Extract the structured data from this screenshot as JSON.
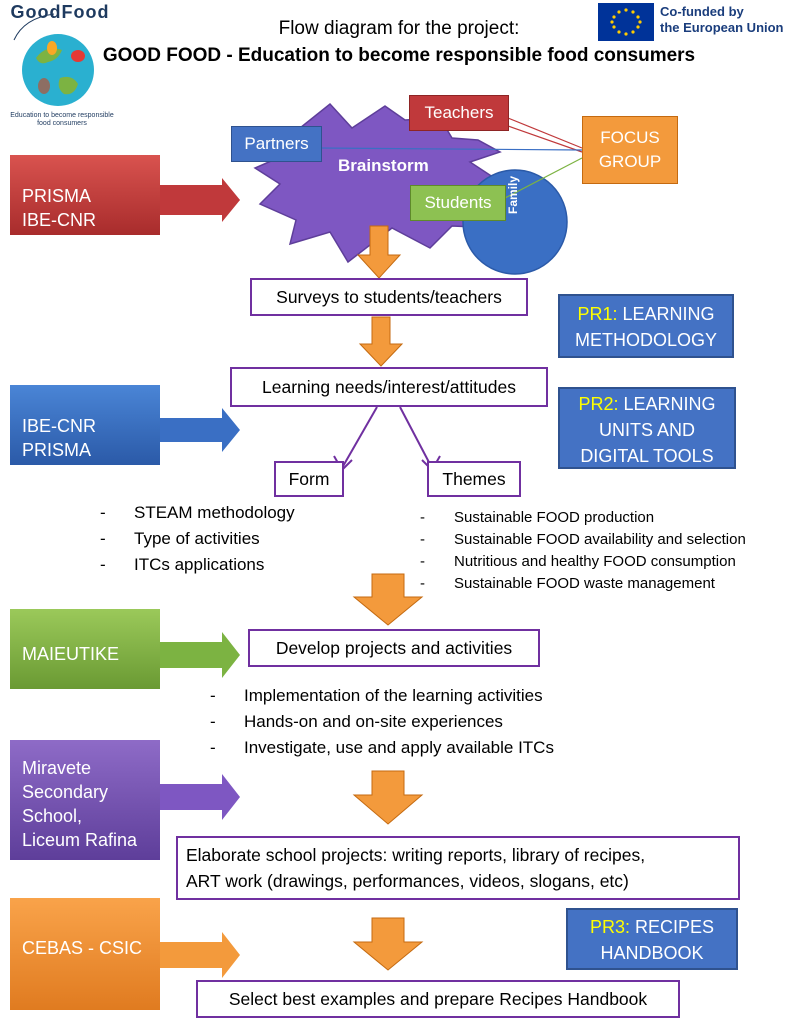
{
  "header": {
    "title_line1": "Flow diagram for the project:",
    "title_line2": "GOOD FOOD - Education to become responsible food consumers"
  },
  "logo": {
    "name": "GoodFood",
    "tagline": "Education to become responsible food consumers"
  },
  "eu_badge": {
    "line1": "Co-funded by",
    "line2": "the European Union"
  },
  "brainstorm": {
    "center": "Brainstorm",
    "teachers": "Teachers",
    "partners": "Partners",
    "students": "Students",
    "family": "Family",
    "focus_group_line1": "FOCUS",
    "focus_group_line2": "GROUP"
  },
  "orgs": [
    {
      "lines": [
        "PRISMA",
        "IBE-CNR"
      ],
      "color": "#c0393b"
    },
    {
      "lines": [
        "IBE-CNR",
        "PRISMA"
      ],
      "color": "#3a6fc4"
    },
    {
      "lines": [
        "MAIEUTIKE"
      ],
      "color": "#7cb342"
    },
    {
      "lines": [
        "Miravete",
        "Secondary",
        "School,",
        "Liceum Rafina"
      ],
      "color": "#7e57c2"
    },
    {
      "lines": [
        "CEBAS - CSIC"
      ],
      "color": "#f39a3c"
    }
  ],
  "pr_boxes": [
    {
      "code": "PR1:",
      "line1_rest": " LEARNING",
      "line2": "METHODOLOGY",
      "line3": ""
    },
    {
      "code": "PR2:",
      "line1_rest": " LEARNING",
      "line2": "UNITS AND",
      "line3": "DIGITAL TOOLS"
    },
    {
      "code": "PR3:",
      "line1_rest": " RECIPES",
      "line2": "HANDBOOK",
      "line3": ""
    }
  ],
  "steps": {
    "surveys": "Surveys to students/teachers",
    "learning_needs": "Learning needs/interest/attitudes",
    "form": "Form",
    "themes": "Themes",
    "develop": "Develop projects and activities",
    "elaborate_line1": "Elaborate school projects: writing reports, library of recipes,",
    "elaborate_line2": "ART work (drawings, performances, videos, slogans, etc)",
    "select": "Select best examples and prepare Recipes Handbook"
  },
  "form_items": [
    "STEAM methodology",
    "Type of activities",
    "ITCs applications"
  ],
  "theme_items": [
    "Sustainable FOOD production",
    "Sustainable FOOD availability and selection",
    "Nutritious and healthy FOOD consumption",
    "Sustainable FOOD waste management"
  ],
  "develop_items": [
    "Implementation of the learning activities",
    "Hands-on and on-site experiences",
    "Investigate, use and apply available ITCs"
  ],
  "colors": {
    "arrow_orange": "#f39a3c",
    "box_border_purple": "#7030a0",
    "brainstorm_purple": "#7e57c2",
    "pr_blue": "#4472c4",
    "highlight_yellow": "#ffff00"
  }
}
